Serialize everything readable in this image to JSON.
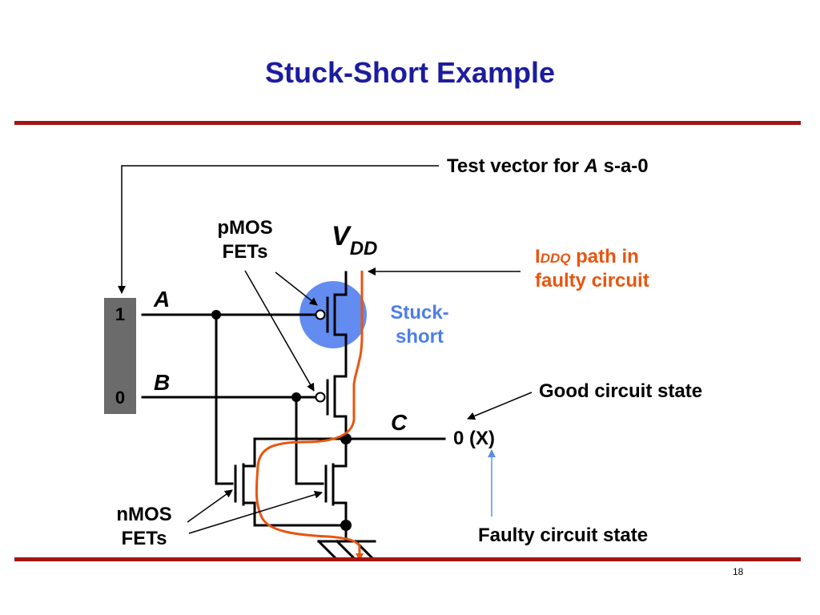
{
  "title": "Stuck-Short Example",
  "page_number": "18",
  "test_vector": {
    "label_prefix": "Test vector for ",
    "label_var": "A",
    "label_suffix": " s-a-0",
    "values": [
      "1",
      "0"
    ]
  },
  "labels": {
    "pmos_line1": "pMOS",
    "pmos_line2": "FETs",
    "nmos_line1": "nMOS",
    "nmos_line2": "FETs",
    "vdd_main": "V",
    "vdd_sub": "DD",
    "input_a": "A",
    "input_b": "B",
    "output_c": "C",
    "stuck_short_line1": "Stuck-",
    "stuck_short_line2": "short",
    "iddq_main": "I",
    "iddq_sub": "DDQ",
    "iddq_rest": " path in",
    "iddq_line2": "faulty circuit",
    "good_state": "Good circuit state",
    "faulty_state": "Faulty circuit state",
    "output_value": "0 (X)"
  },
  "colors": {
    "title": "#1c1ca0",
    "rule": "#a31515",
    "iddq_path": "#e8550f",
    "stuck_short_highlight": "#5b86f0",
    "faulty_arrow": "#5b8fe0",
    "vector_box": "#6b6b6b"
  }
}
